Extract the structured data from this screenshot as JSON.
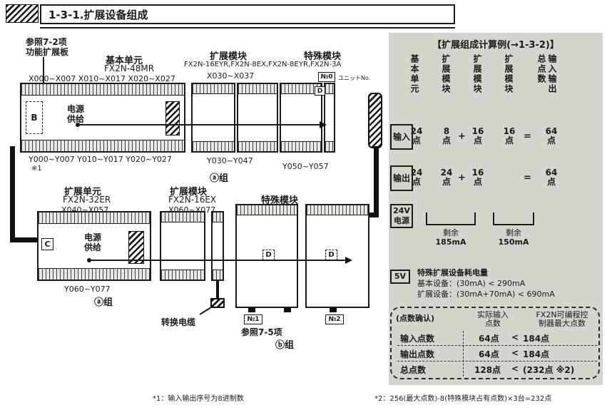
{
  "colors": {
    "panel_bg": "#d5d5cd",
    "ink": "#1a1a1a"
  },
  "header": {
    "title": "1-3-1.扩展设备组成"
  },
  "row1": {
    "ref_line1": "参照7-2项",
    "ref_line2": "功能扩展板",
    "base_unit_title": "基本单元",
    "base_unit_model": "FX2N-48MR",
    "exp_title": "扩展模块",
    "special_title": "特殊模块",
    "exp_models": "FX2N-16EYR,FX2N-8EX,FX2N-8EYR,FX2N-3A",
    "x_addr_main": "X000~X007 X010~X017 X020~X027",
    "x_addr_exp": "X030~X037",
    "unit_no": "№0",
    "unit_no_caption": "ユニットNo.",
    "b_badge": "B",
    "power_line1": "电源",
    "power_line2": "供给",
    "d_badge": "D",
    "y_addr_main": "Y000~Y007 Y010~Y017 Y020~Y027",
    "note1": "※1",
    "y_addr_exp": "Y030~Y047",
    "y_addr_special": "Y050~Y057",
    "group_a": "ⓐ组"
  },
  "row2": {
    "exp_unit_title": "扩展单元",
    "exp_unit_model": "FX2N-32ER",
    "exp_module_title": "扩展模块",
    "exp_module_model": "FX2N-16EX",
    "special_title": "特殊模块",
    "x_addr_unit": "X040~X057",
    "x_addr_module": "X060~X077",
    "c_badge": "C",
    "power_line1": "电源",
    "power_line2": "供给",
    "d_badge1": "D",
    "d_badge2": "D",
    "no1": "№1",
    "no2": "№2",
    "y_addr_unit": "Y060~Y077",
    "group_a": "ⓐ组",
    "cable_label": "转换电缆",
    "ref_note": "参照7-5项",
    "group_b": "ⓑ组"
  },
  "panel": {
    "title": "【扩展组成计算例(→1-3-2)】",
    "col1": "基本单元",
    "col2": "扩展模块",
    "col3": "扩展模块",
    "col4": "扩展模块",
    "col5": "输入输出总点数",
    "input_row": {
      "label": "输入",
      "c1n": "24",
      "c1u": "点",
      "c2n": "8",
      "c2u": "点",
      "op1": "+",
      "c3n": "16",
      "c3u": "点",
      "c4n": "16",
      "c4u": "点",
      "op2": "=",
      "totn": "64",
      "totu": "点"
    },
    "output_row": {
      "label": "输出",
      "c1n": "24",
      "c1u": "点",
      "c2n": "24",
      "c2u": "点",
      "op1": "+",
      "c3n": "16",
      "c3u": "点",
      "op2": "=",
      "totn": "64",
      "totu": "点"
    },
    "power_row": {
      "label1": "24V",
      "label2": "电源",
      "left1": "剩余",
      "left2": "185mA",
      "right1": "剩余",
      "right2": "150mA"
    },
    "v5_row": {
      "label": "5V",
      "title": "特殊扩展设备耗电量",
      "line1": "基本设备：(30mA) < 290mA",
      "line2": "扩展设备：(30mA+70mA) < 690mA"
    },
    "check": {
      "header1": "(点数确认)",
      "header2a": "实际输入",
      "header2b": "点数",
      "header3a": "FX2N可编程控",
      "header3b": "制器最大点数",
      "r1label": "输入点数",
      "r1v": "64点",
      "r1op": "<",
      "r1max": "184点",
      "r2label": "输出点数",
      "r2v": "64点",
      "r2op": "<",
      "r2max": "184点",
      "r3label": "总点数",
      "r3v": "128点",
      "r3op": "<",
      "r3max": "(232点 ※2)"
    }
  },
  "footnotes": {
    "n1": "*1：输入输出序号为8进制数",
    "n2": "*2：256(最大点数)-8(特殊模块占有点数)×3台=232点"
  }
}
